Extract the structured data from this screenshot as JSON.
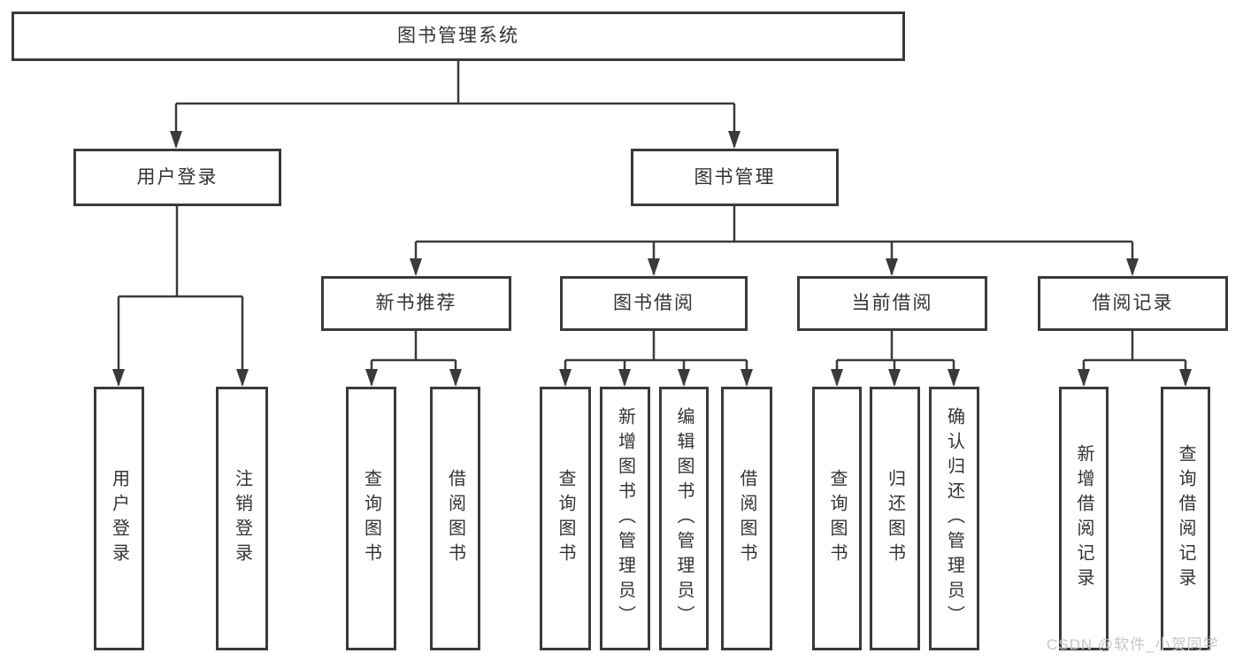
{
  "watermark": "CSDN @软件_小贺同学",
  "colors": {
    "line": "#3a3a3a",
    "box_border": "#3a3a3a",
    "text": "#333333",
    "background": "#ffffff",
    "watermark": "#c6c6c6"
  },
  "tree": {
    "label": "图书管理系统",
    "children": [
      {
        "label": "用户登录",
        "children": [
          {
            "label": "用户登录"
          },
          {
            "label": "注销登录"
          }
        ]
      },
      {
        "label": "图书管理",
        "children": [
          {
            "label": "新书推荐",
            "children": [
              {
                "label": "查询图书"
              },
              {
                "label": "借阅图书"
              }
            ]
          },
          {
            "label": "图书借阅",
            "children": [
              {
                "label": "查询图书"
              },
              {
                "label": "新增图书（管理员）"
              },
              {
                "label": "编辑图书（管理员）"
              },
              {
                "label": "借阅图书"
              }
            ]
          },
          {
            "label": "当前借阅",
            "children": [
              {
                "label": "查询图书"
              },
              {
                "label": "归还图书"
              },
              {
                "label": "确认归还（管理员）"
              }
            ]
          },
          {
            "label": "借阅记录",
            "children": [
              {
                "label": "新增借阅记录"
              },
              {
                "label": "查询借阅记录"
              }
            ]
          }
        ]
      }
    ]
  }
}
